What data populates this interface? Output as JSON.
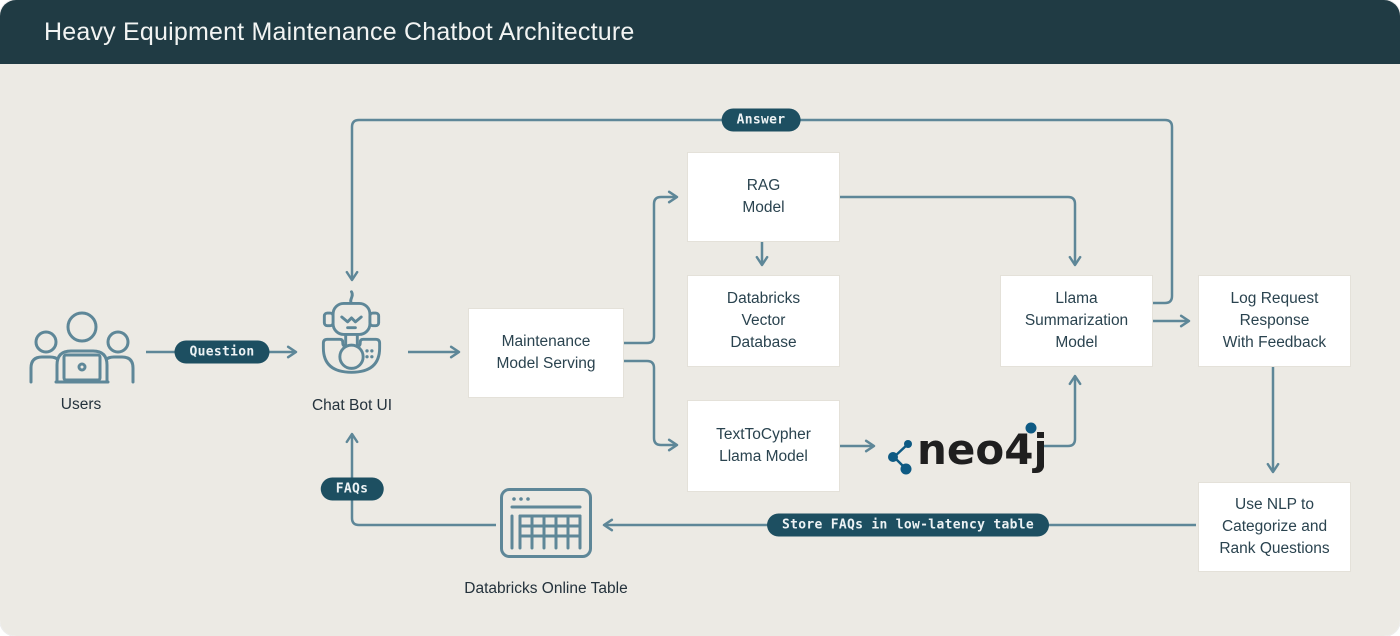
{
  "header": {
    "title": "Heavy Equipment Maintenance Chatbot Architecture"
  },
  "nodes": {
    "users": {
      "label": "Users",
      "icon": "users-group-icon"
    },
    "chatbot": {
      "label": "Chat Bot UI",
      "icon": "robot-icon"
    },
    "maintenance_model_serving": {
      "lines": [
        "Maintenance",
        "Model Serving"
      ]
    },
    "rag_model": {
      "lines": [
        "RAG",
        "Model"
      ]
    },
    "databricks_vector_database": {
      "lines": [
        "Databricks",
        "Vector",
        "Database"
      ]
    },
    "text_to_cypher": {
      "lines": [
        "TextToCypher",
        "Llama Model"
      ]
    },
    "neo4j": {
      "label": "neo4j",
      "icon": "neo4j-logo"
    },
    "llama_summarization": {
      "lines": [
        "Llama",
        "Summarization",
        "Model"
      ]
    },
    "log_request": {
      "lines": [
        "Log Request",
        "Response",
        "With Feedback"
      ]
    },
    "use_nlp": {
      "lines": [
        "Use NLP to",
        "Categorize and",
        "Rank Questions"
      ]
    },
    "databricks_online_table": {
      "label": "Databricks Online Table",
      "icon": "online-table-icon"
    }
  },
  "edge_labels": {
    "question": "Question",
    "answer": "Answer",
    "faqs": "FAQs",
    "store_faqs": "Store FAQs in low-latency table"
  },
  "colors": {
    "header_bg": "#203B44",
    "canvas_bg": "#ECEAE4",
    "line": "#5E8798",
    "pill_bg": "#1D4F61",
    "pill_text": "#ECF2F4",
    "box_bg": "#FFFFFF",
    "box_text": "#2A434F",
    "neo4j_blue": "#0E5A83",
    "neo4j_text": "#1F1F1F"
  }
}
